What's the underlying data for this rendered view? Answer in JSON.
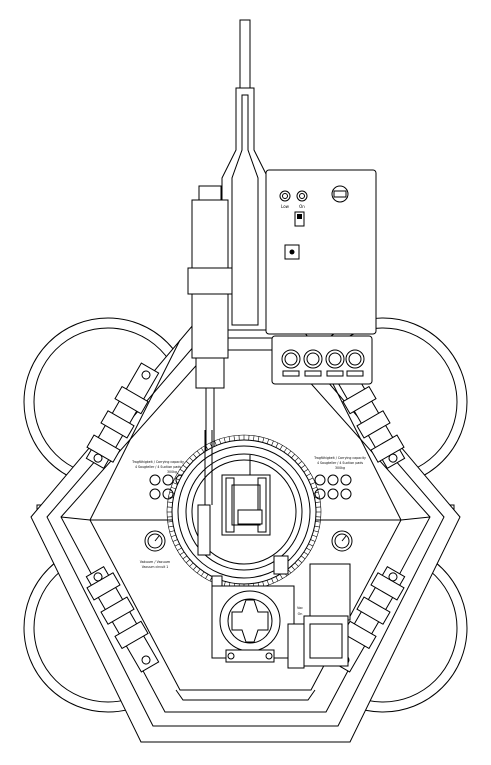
{
  "drawing": {
    "type": "technical line drawing",
    "stroke_color": "#000000",
    "background_color": "#ffffff"
  },
  "control_box": {
    "indicator_left_label": "Low",
    "indicator_right_label": "On",
    "key_switch_icon": "key-switch-icon",
    "toggle_icon": "rocker-switch-icon",
    "button_icon": "push-button-icon"
  },
  "lower_panel": {
    "button_labels": [
      "",
      "",
      "",
      ""
    ],
    "button_icon": "round-button-icon"
  },
  "left_plate": {
    "label_line1": "Tragfähigkeit / Carrying capacity",
    "label_line2": "4 Saugteller / 4 Suction pads",
    "label_line3": "300kg",
    "gauge_label_line1": "Vakuum / Vacuum",
    "gauge_label_line2": "Vacuum circuit 1",
    "gauge_icon": "vacuum-gauge-icon"
  },
  "right_plate": {
    "label_line1": "Tragfähigkeit / Carrying capacity",
    "label_line2": "4 Saugteller / 4 Suction pads",
    "label_line3": "300kg",
    "gauge_icon": "vacuum-gauge-icon"
  },
  "pump_unit": {
    "tag_line1": "Vac",
    "tag_line2": "On"
  }
}
